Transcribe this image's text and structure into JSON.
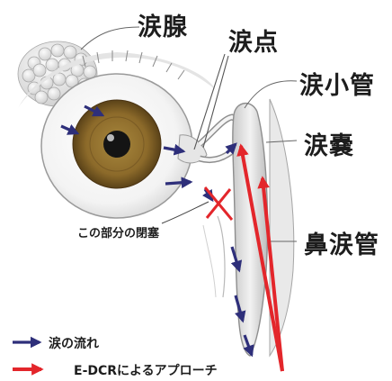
{
  "labels": {
    "lacrimal_gland": "涙腺",
    "lacrimal_punctum": "涙点",
    "canaliculus": "涙小管",
    "lacrimal_sac": "涙嚢",
    "nasolacrimal_duct": "鼻涙管",
    "blockage": "この部分の閉塞"
  },
  "legend": {
    "tear_flow": "涙の流れ",
    "edcr_approach": "E-DCRによるアプローチ"
  },
  "colors": {
    "tear_arrow": "#2e2f7a",
    "approach_arrow": "#e3262b",
    "blockage_cross": "#e3262b"
  }
}
